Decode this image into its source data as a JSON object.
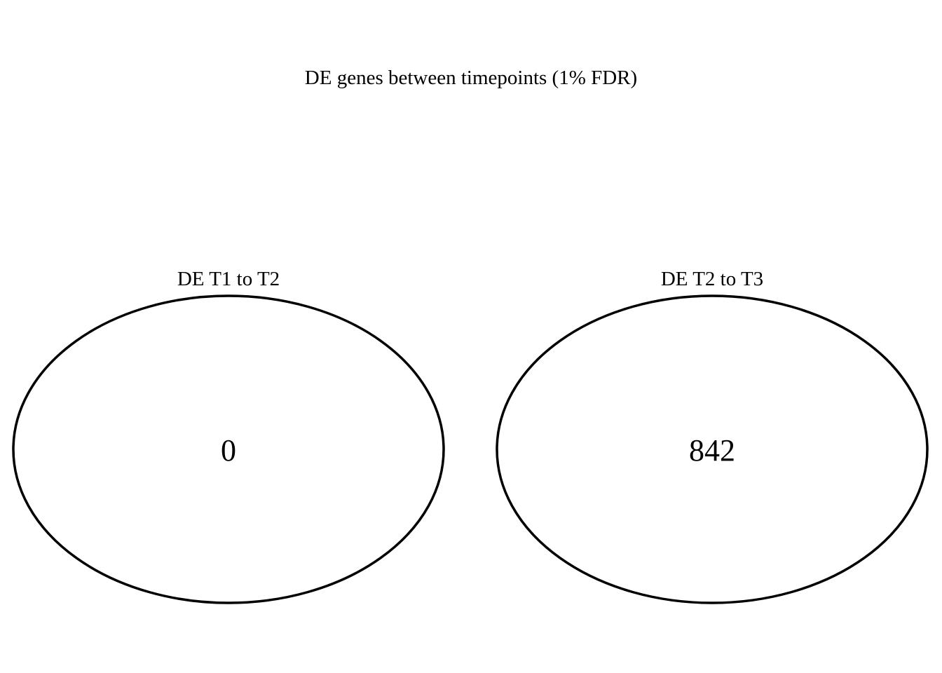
{
  "diagram": {
    "title": "DE genes between timepoints (1% FDR)",
    "stroke_color": "#000000",
    "background": "#ffffff",
    "sets": [
      {
        "label": "DE T1 to T2",
        "count": "0"
      },
      {
        "label": "DE T2 to T3",
        "count": "842"
      }
    ]
  }
}
